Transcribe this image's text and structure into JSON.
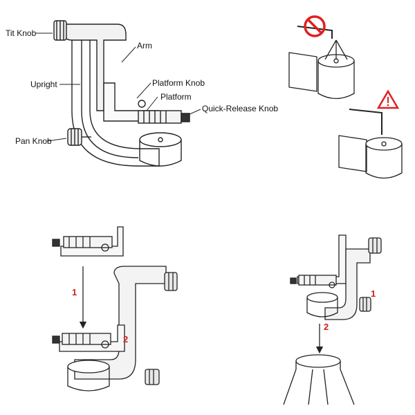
{
  "labels": {
    "tilt_knob": "Tit Knob",
    "arm": "Arm",
    "upright": "Upright",
    "platform_knob": "Platform Knob",
    "platform": "Platform",
    "quick_release_knob": "Quick-Release Knob",
    "pan_knob": "Pan Knob"
  },
  "steps": {
    "mount_step1": "1",
    "mount_step2": "2",
    "tripod_step1": "1",
    "tripod_step2": "2"
  },
  "colors": {
    "line": "#222222",
    "shade": "#e9e9e9",
    "warning_red": "#e02020",
    "step_red": "#cc1f1f"
  },
  "icons": {
    "prohibited": "prohibited-icon",
    "warning": "warning-triangle-icon"
  }
}
